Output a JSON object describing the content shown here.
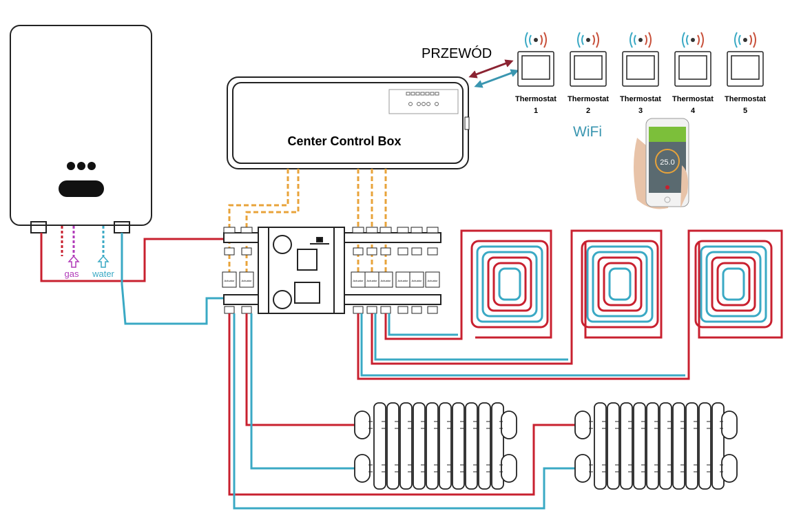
{
  "wire_label": "PRZEWÓD",
  "wifi_label": "WiFi",
  "control_box_label": "Center Control Box",
  "boiler": {
    "gas_label": "gas",
    "water_label": "water"
  },
  "thermostats": [
    {
      "label": "Thermostat",
      "number": "1"
    },
    {
      "label": "Thermostat",
      "number": "2"
    },
    {
      "label": "Thermostat",
      "number": "3"
    },
    {
      "label": "Thermostat",
      "number": "4"
    },
    {
      "label": "Thermostat",
      "number": "5"
    }
  ],
  "phone": {
    "temperature": "25.0"
  },
  "actuator_label": "Actuator",
  "colors": {
    "supply": "#c8202f",
    "return": "#3aa9c4",
    "control_wire": "#e8a33a",
    "gas": "#b03ab8",
    "wired_arrow": "#8b2332",
    "wifi_arrow": "#3a96b0"
  }
}
